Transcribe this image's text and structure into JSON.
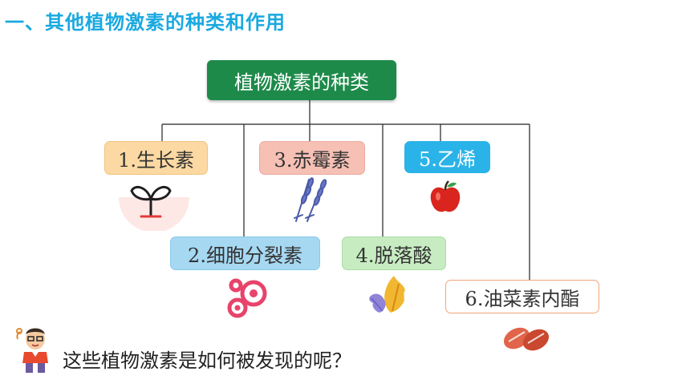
{
  "title": "一、其他植物激素的种类和作用",
  "root": "植物激素的种类",
  "hormones": [
    {
      "label": "1.生长素",
      "icon": "sprout-icon"
    },
    {
      "label": "2.细胞分裂素",
      "icon": "cells-icon"
    },
    {
      "label": "3.赤霉素",
      "icon": "wheat-icon"
    },
    {
      "label": "4.脱落酸",
      "icon": "leaves-icon"
    },
    {
      "label": "5.乙烯",
      "icon": "apple-icon"
    },
    {
      "label": "6.油菜素内酯",
      "icon": "seeds-icon"
    }
  ],
  "question": "这些植物激素是如何被发现的呢？",
  "colors": {
    "title": "#1aa9e0",
    "root": "#1e8a4a",
    "h1": "#fcd9a3",
    "h2": "#a6d8f2",
    "h3": "#f6c0b5",
    "h4": "#c7ecc2",
    "h5": "#2ab3e8",
    "h6_border": "#f1a57a"
  }
}
